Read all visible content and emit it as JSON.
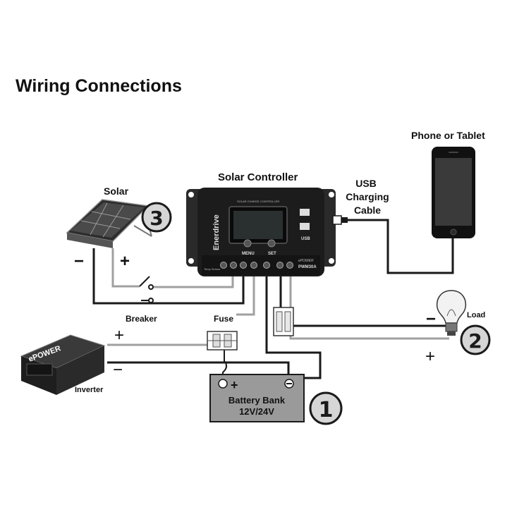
{
  "title": "Wiring Connections",
  "labels": {
    "solar": "Solar",
    "solar_controller": "Solar Controller",
    "usb_line1": "USB",
    "usb_line2": "Charging",
    "usb_line3": "Cable",
    "phone": "Phone or Tablet",
    "load": "Load",
    "breaker": "Breaker",
    "fuse": "Fuse",
    "inverter": "Inverter",
    "battery_line1": "Battery Bank",
    "battery_line2": "12V/24V"
  },
  "steps": {
    "one": "1",
    "two": "2",
    "three": "3"
  },
  "polarity": {
    "solar_minus": "−",
    "solar_plus": "+",
    "breaker_plus": "+",
    "inverter_minus": "−",
    "battery_plus": "+",
    "load_minus": "−",
    "load_plus": "+"
  },
  "device_text": {
    "brand": "Enerdrive",
    "header": "SOLAR CHARGE CONTROLLER",
    "menu": "MENU",
    "set": "SET",
    "usb": "USB",
    "epower": "ePOWER",
    "model": "PWM30A",
    "temp": "Temp Sensor",
    "inverter_brand": "ePOWER"
  },
  "colors": {
    "wire_dark": "#1a1a1a",
    "wire_grey": "#a0a0a0",
    "battery_fill": "#9a9a9a",
    "device_body": "#1c1c1c",
    "step_circle": "#d6d6d6"
  }
}
